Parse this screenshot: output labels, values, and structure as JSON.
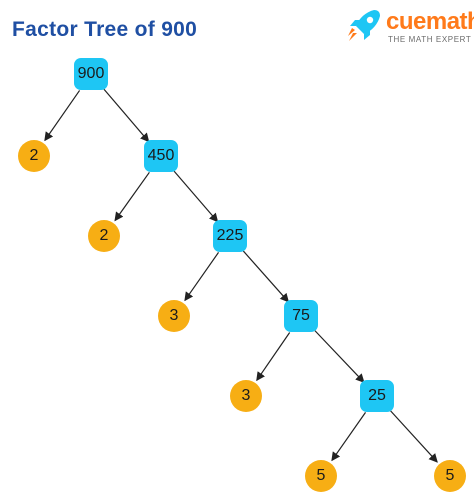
{
  "title": "Factor Tree of 900",
  "logo": {
    "name": "cuemath",
    "tagline": "THE MATH EXPERT",
    "icon": "rocket-icon"
  },
  "colors": {
    "title": "#1f4fa3",
    "composite": "#1ec6f4",
    "prime": "#f7ae14",
    "logo": "#ff7a1a",
    "edge": "#222222"
  },
  "tree": {
    "nodes": [
      {
        "id": "n900",
        "label": "900",
        "kind": "composite"
      },
      {
        "id": "n2a",
        "label": "2",
        "kind": "prime"
      },
      {
        "id": "n450",
        "label": "450",
        "kind": "composite"
      },
      {
        "id": "n2b",
        "label": "2",
        "kind": "prime"
      },
      {
        "id": "n225",
        "label": "225",
        "kind": "composite"
      },
      {
        "id": "n3a",
        "label": "3",
        "kind": "prime"
      },
      {
        "id": "n75",
        "label": "75",
        "kind": "composite"
      },
      {
        "id": "n3b",
        "label": "3",
        "kind": "prime"
      },
      {
        "id": "n25",
        "label": "25",
        "kind": "composite"
      },
      {
        "id": "n5a",
        "label": "5",
        "kind": "prime"
      },
      {
        "id": "n5b",
        "label": "5",
        "kind": "prime"
      }
    ],
    "edges": [
      [
        "n900",
        "n2a"
      ],
      [
        "n900",
        "n450"
      ],
      [
        "n450",
        "n2b"
      ],
      [
        "n450",
        "n225"
      ],
      [
        "n225",
        "n3a"
      ],
      [
        "n225",
        "n75"
      ],
      [
        "n75",
        "n3b"
      ],
      [
        "n75",
        "n25"
      ],
      [
        "n25",
        "n5a"
      ],
      [
        "n25",
        "n5b"
      ]
    ]
  }
}
